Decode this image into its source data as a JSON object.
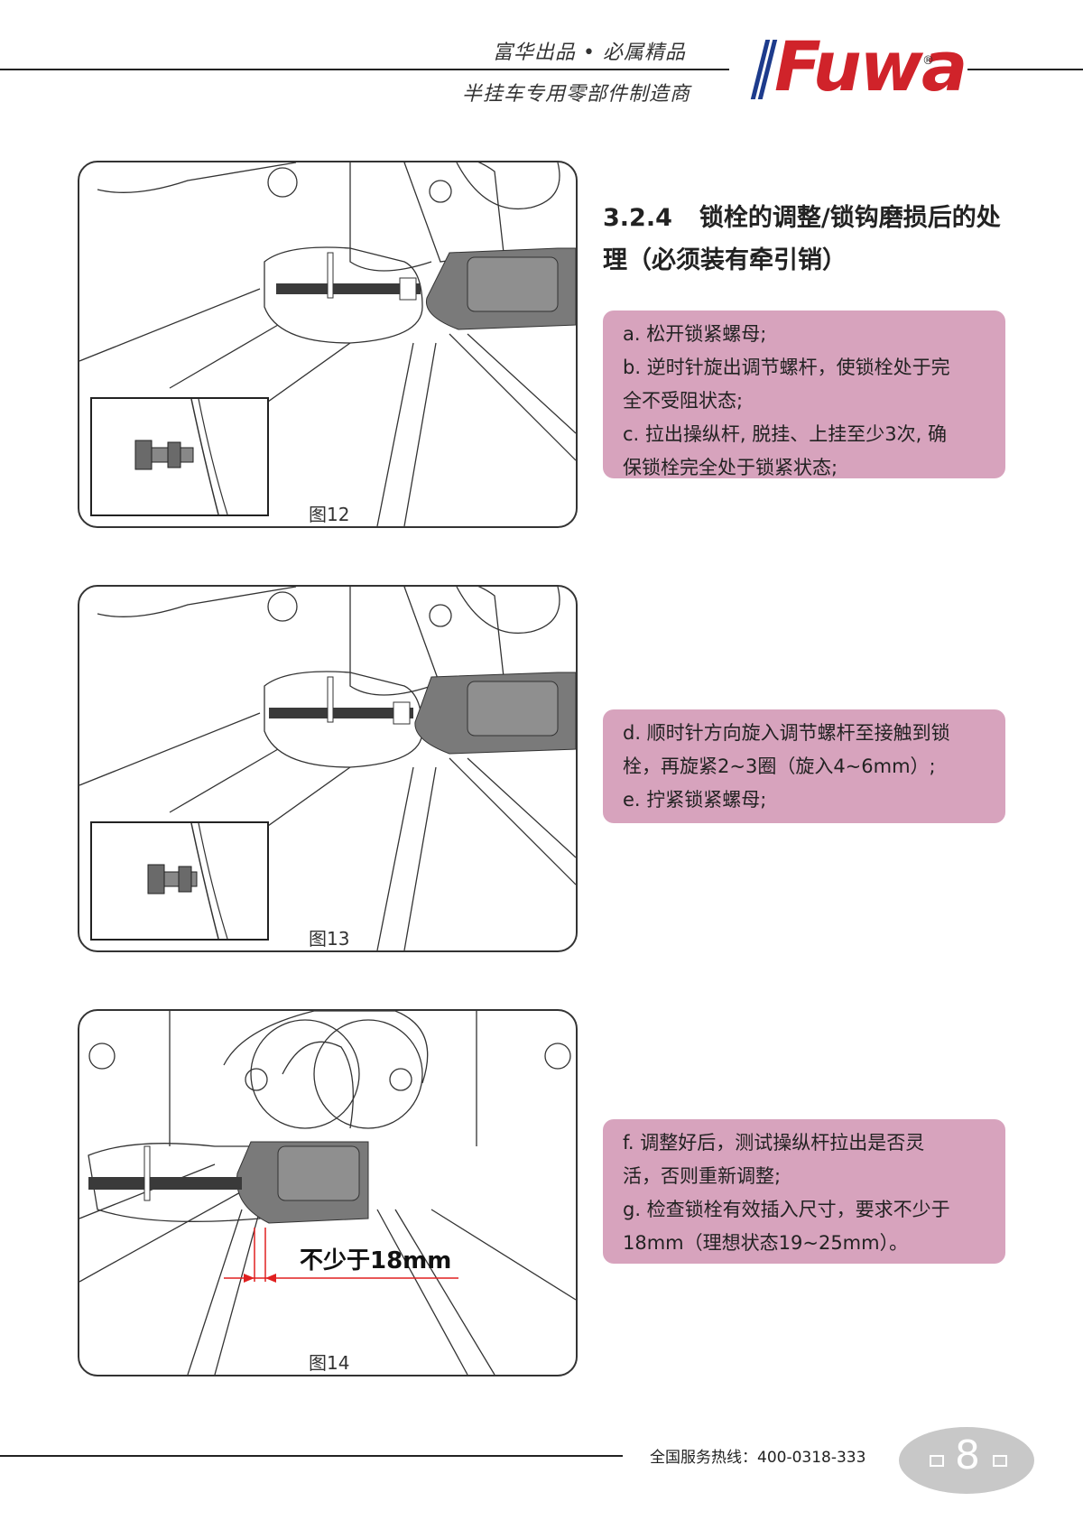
{
  "header": {
    "slogan_top": "富华出品  •  必属精品",
    "slogan_bottom": "半挂车专用零部件制造商",
    "logo_text": "Fuwa",
    "logo_reg": "®"
  },
  "section": {
    "number": "3.2.4",
    "title": "锁栓的调整/锁钩磨损后的处理（必须装有牵引销）"
  },
  "figures": [
    {
      "caption": "图12"
    },
    {
      "caption": "图13"
    },
    {
      "caption": "图14",
      "dimension_label": "不少于18mm"
    }
  ],
  "instructions": [
    {
      "lines": [
        "a. 松开锁紧螺母;",
        "b. 逆时针旋出调节螺杆，使锁栓处于完",
        "全不受阻状态;",
        "c. 拉出操纵杆, 脱挂、上挂至少3次, 确",
        "保锁栓完全处于锁紧状态;"
      ]
    },
    {
      "lines": [
        "d. 顺时针方向旋入调节螺杆至接触到锁",
        "栓，再旋紧2~3圈（旋入4~6mm）;",
        "e. 拧紧锁紧螺母;"
      ]
    },
    {
      "lines": [
        "f. 调整好后，测试操纵杆拉出是否灵",
        "活，否则重新调整;",
        "g. 检查锁栓有效插入尺寸，要求不少于",
        "18mm（理想状态19~25mm）。"
      ]
    }
  ],
  "footer": {
    "hotline": "全国服务热线：400-0318-333",
    "page_number": "8"
  },
  "colors": {
    "accent_pink": "#d7a3bd",
    "logo_red": "#d0232a",
    "logo_blue": "#1d3b8c",
    "dimension_red": "#e02020"
  }
}
